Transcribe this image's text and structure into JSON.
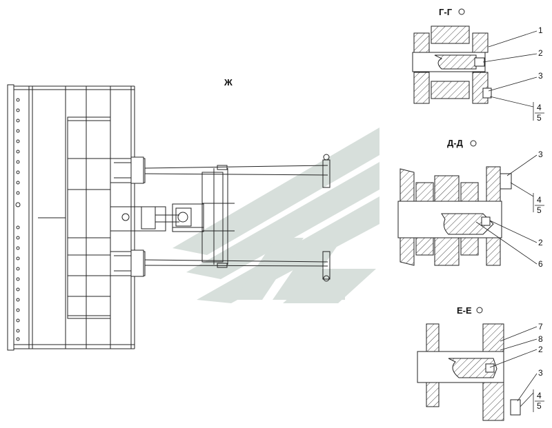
{
  "view_label": "Ж",
  "sections": {
    "gg": {
      "title": "Г-Г",
      "callouts": [
        "1",
        "2",
        "3",
        "4",
        "5"
      ]
    },
    "dd": {
      "title": "Д-Д",
      "callouts": [
        "3",
        "4",
        "5",
        "2",
        "6"
      ]
    },
    "ee": {
      "title": "Е-Е",
      "callouts": [
        "7",
        "8",
        "2",
        "3",
        "4",
        "5"
      ]
    }
  },
  "colors": {
    "line": "#222222",
    "watermark": "#d7dfdb"
  }
}
